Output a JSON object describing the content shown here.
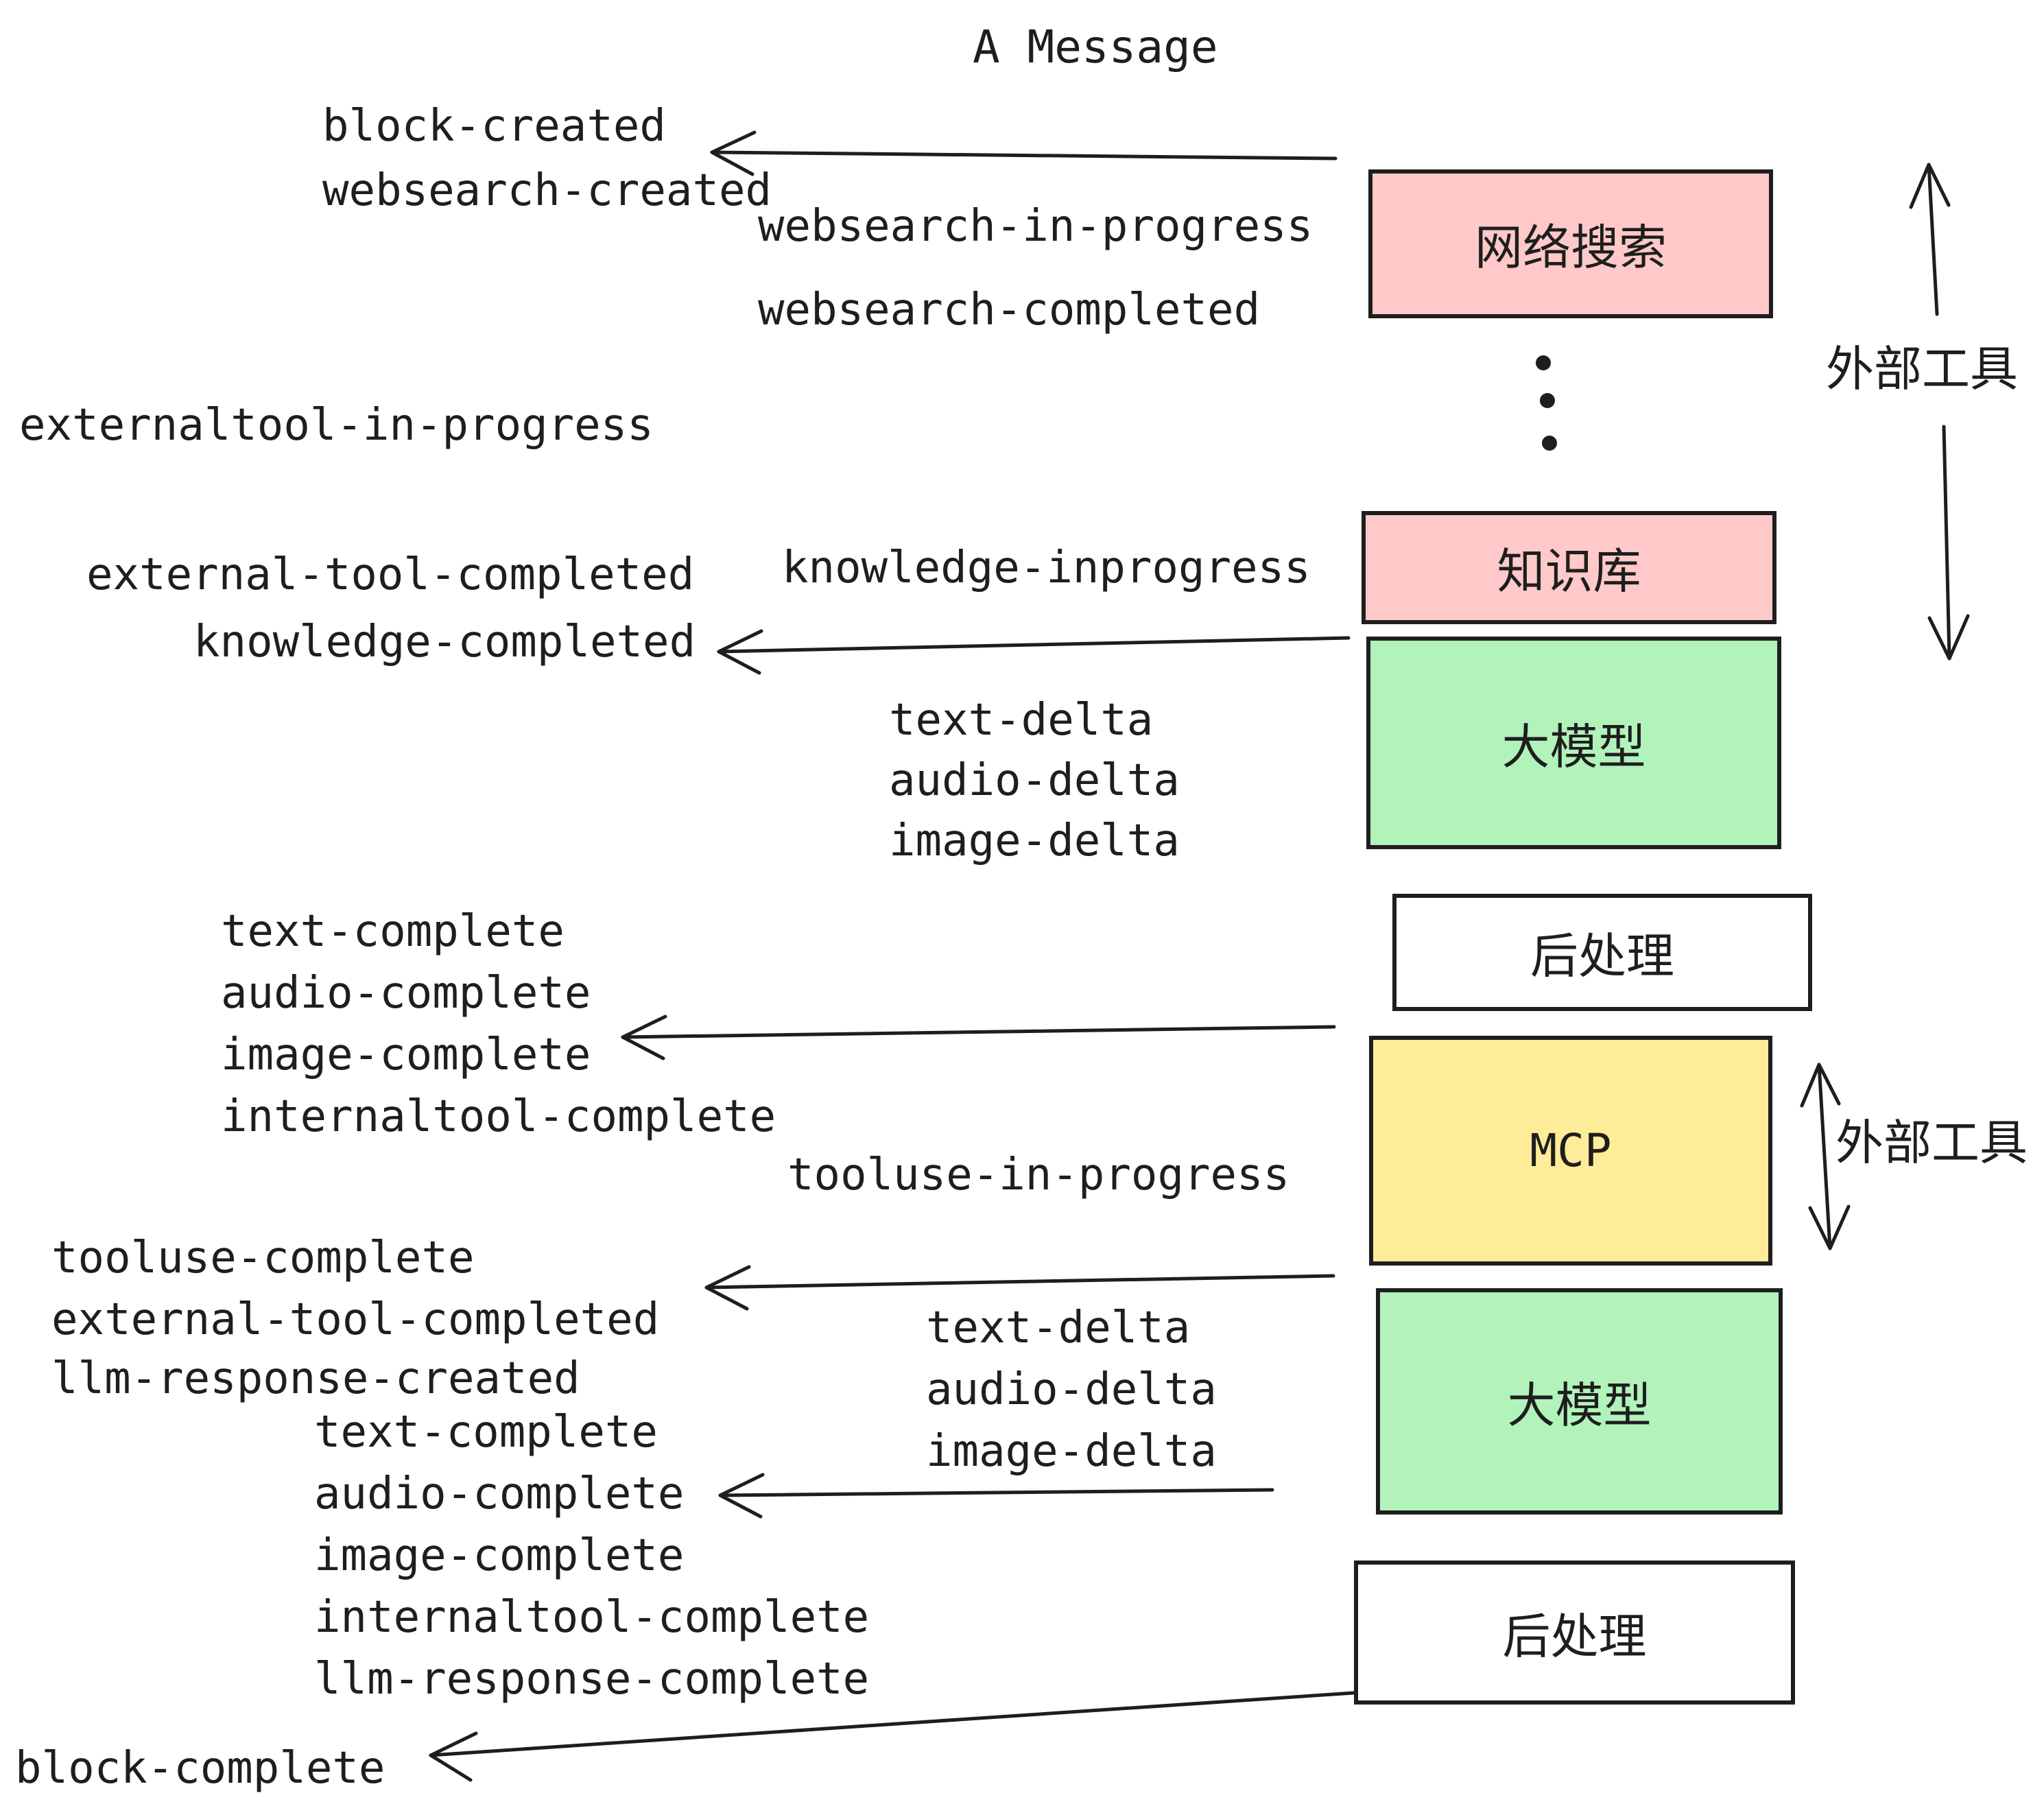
{
  "title": "A Message",
  "events": {
    "block_created": "block-created",
    "websearch_created": "websearch-created",
    "websearch_in_progress": "websearch-in-progress",
    "websearch_completed": "websearch-completed",
    "externaltool_in_progress": "externaltool-in-progress",
    "knowledge_inprogress": "knowledge-inprogress",
    "external_tool_completed": "external-tool-completed",
    "knowledge_completed": "knowledge-completed",
    "text_delta": "text-delta",
    "audio_delta": "audio-delta",
    "image_delta": "image-delta",
    "text_complete": "text-complete",
    "audio_complete": "audio-complete",
    "image_complete": "image-complete",
    "internaltool_complete": "internaltool-complete",
    "tooluse_in_progress": "tooluse-in-progress",
    "tooluse_complete": "tooluse-complete",
    "llm_response_created": "llm-response-created",
    "llm_response_complete": "llm-response-complete",
    "block_complete": "block-complete"
  },
  "boxes": {
    "websearch": {
      "label": "网络搜索",
      "fill": "#ffc9c9"
    },
    "knowledge": {
      "label": "知识库",
      "fill": "#ffc9c9"
    },
    "llm_top": {
      "label": "大模型",
      "fill": "#b2f2bb"
    },
    "post_top": {
      "label": "后处理",
      "fill": "#ffffff"
    },
    "mcp": {
      "label": "MCP",
      "fill": "#ffec99"
    },
    "llm_bottom": {
      "label": "大模型",
      "fill": "#b2f2bb"
    },
    "post_bottom": {
      "label": "后处理",
      "fill": "#ffffff"
    }
  },
  "side_labels": {
    "external_tools_top": "外部工具",
    "external_tools_bottom": "外部工具"
  },
  "colors": {
    "stroke": "#1e1e1e",
    "pink": "#ffc9c9",
    "green": "#b2f2bb",
    "yellow": "#ffec99",
    "white": "#ffffff"
  }
}
